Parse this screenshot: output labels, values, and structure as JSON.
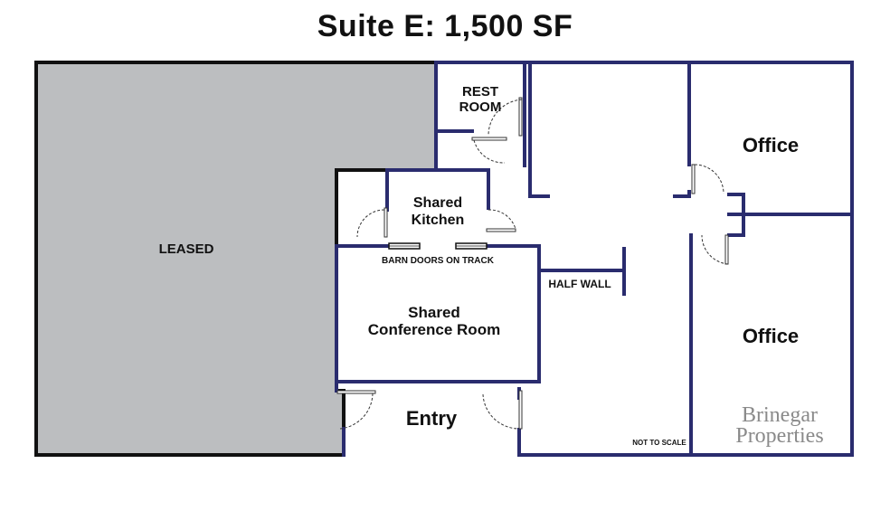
{
  "title": "Suite E:  1,500 SF",
  "rooms": {
    "leased": "LEASED",
    "restroom_line1": "REST",
    "restroom_line2": "ROOM",
    "kitchen_line1": "Shared",
    "kitchen_line2": "Kitchen",
    "conference_line1": "Shared",
    "conference_line2": "Conference Room",
    "office_top": "Office",
    "office_bottom": "Office",
    "entry": "Entry"
  },
  "annotations": {
    "barn_doors": "BARN DOORS ON TRACK",
    "half_wall": "HALF WALL",
    "not_to_scale": "NOT TO SCALE"
  },
  "brand": {
    "line1": "Brinegar",
    "line2": "Properties"
  },
  "colors": {
    "wall": "#2a2c6e",
    "leased_fill": "#bcbec0",
    "leased_wall": "#111111"
  }
}
